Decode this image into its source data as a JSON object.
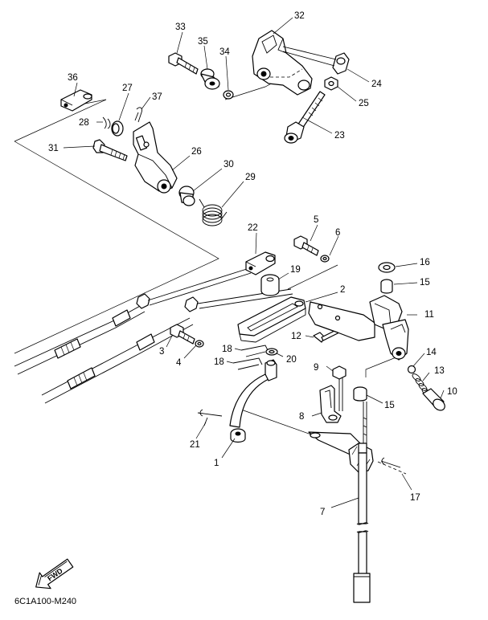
{
  "diagram": {
    "code": "6C1A100-M240",
    "fwd_label": "FWD",
    "labels": [
      "1",
      "2",
      "3",
      "4",
      "5",
      "6",
      "7",
      "8",
      "9",
      "10",
      "11",
      "12",
      "13",
      "14",
      "15",
      "15",
      "16",
      "17",
      "18",
      "18",
      "19",
      "20",
      "21",
      "22",
      "23",
      "24",
      "25",
      "26",
      "27",
      "28",
      "29",
      "30",
      "31",
      "32",
      "33",
      "34",
      "35",
      "36",
      "37"
    ]
  }
}
